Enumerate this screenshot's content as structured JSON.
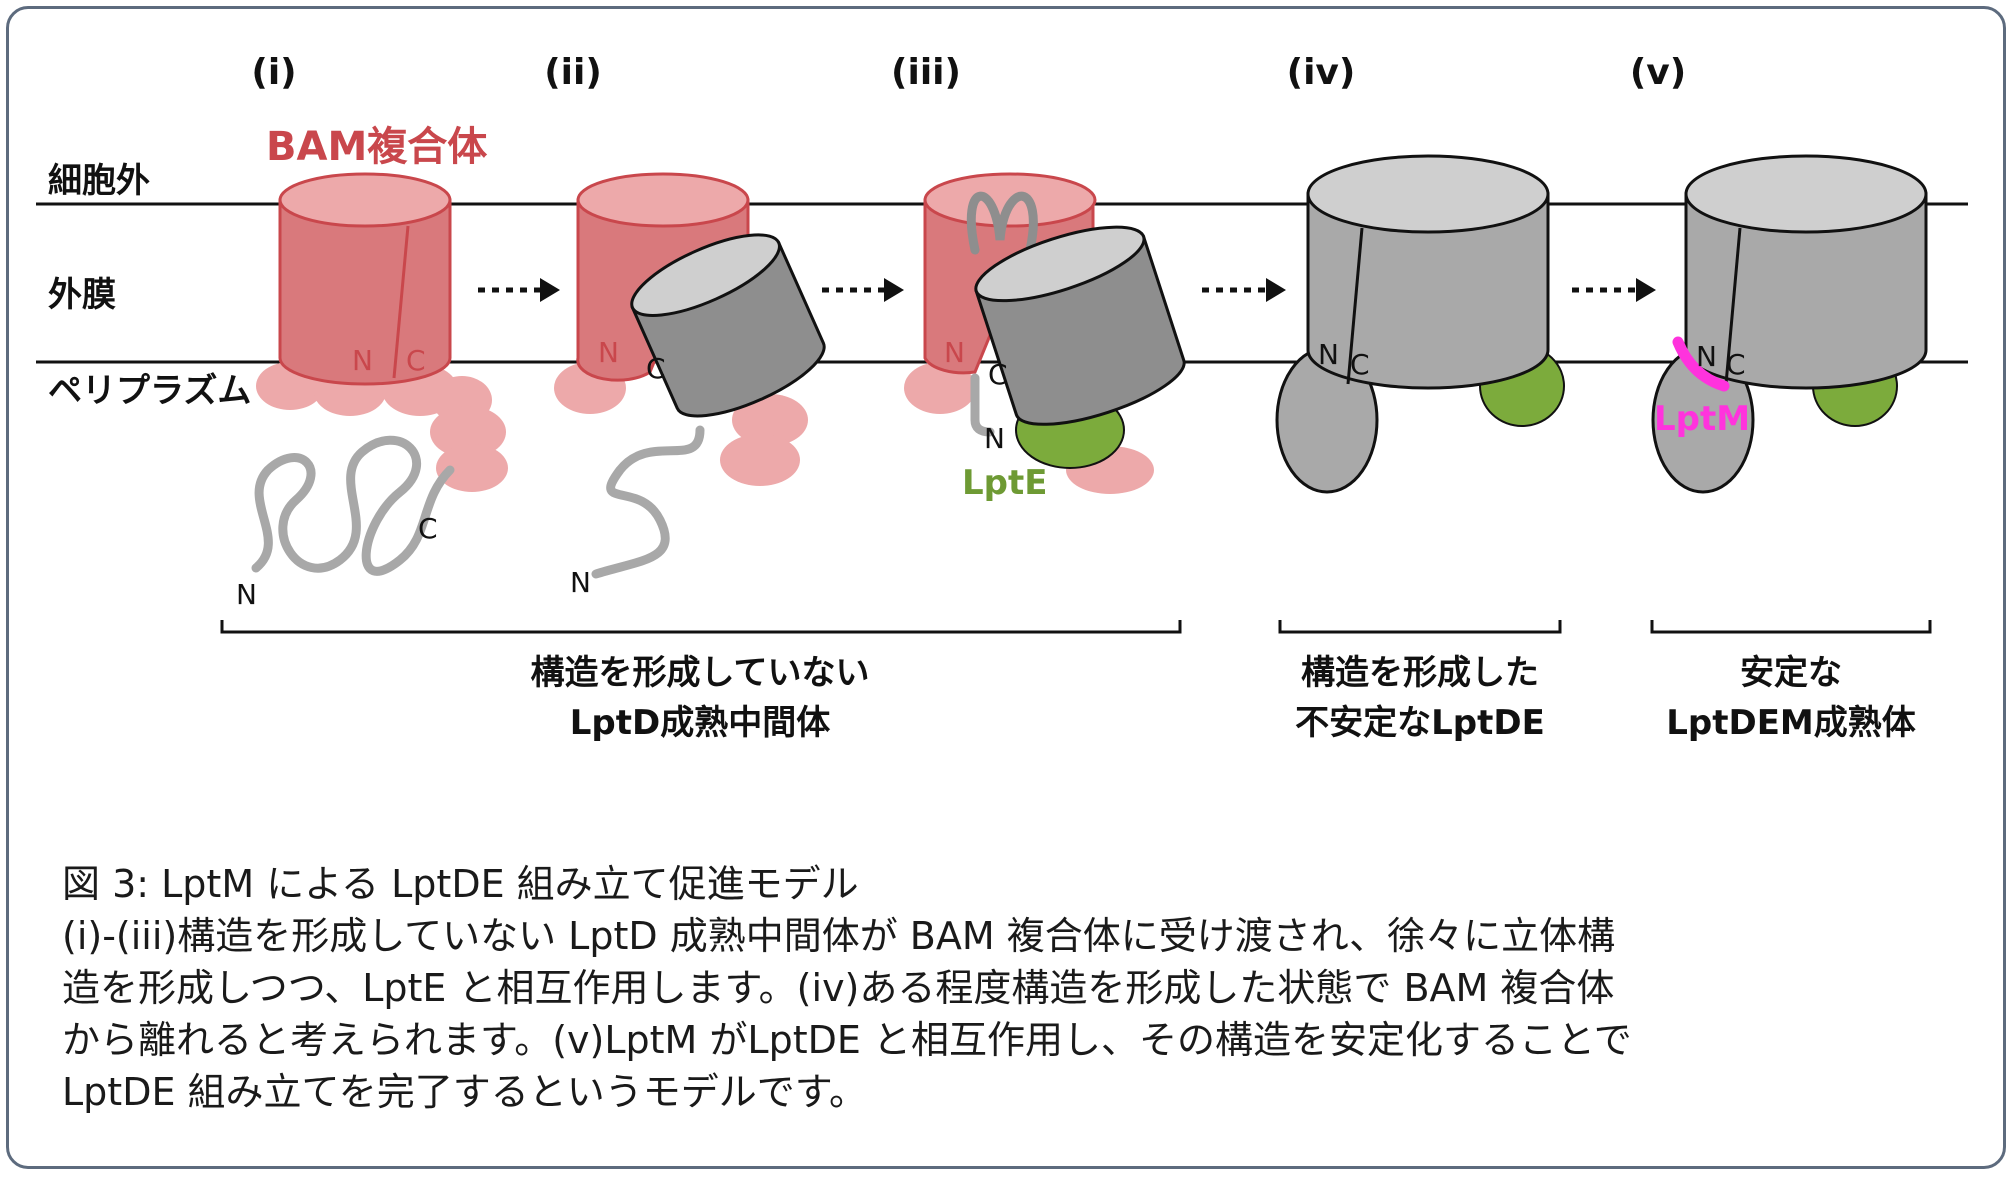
{
  "figure": {
    "steps": [
      "(i)",
      "(ii)",
      "(iii)",
      "(iv)",
      "(v)"
    ],
    "regions": {
      "extracellular": "細胞外",
      "outer_membrane": "外膜",
      "periplasm": "ペリプラズム"
    },
    "bam_label": "BAM複合体",
    "terminus_n": "N",
    "terminus_c": "C",
    "lpte_label": "LptE",
    "lptm_label": "LptM",
    "groups": [
      {
        "line1": "構造を形成していない",
        "line2": "LptD成熟中間体"
      },
      {
        "line1": "構造を形成した",
        "line2": "不安定なLptDE"
      },
      {
        "line1": "安定な",
        "line2": "LptDEM成熟体"
      }
    ],
    "colors": {
      "bam": "#d9797c",
      "bam_light": "#eda9aa",
      "bam_text": "#c9474c",
      "lptd": "#a9a9a9",
      "lptd_top": "#cfcfcf",
      "lpte": "#7cab3c",
      "lptm": "#ff33dd",
      "chain": "#a8a8a8"
    }
  },
  "caption": {
    "title": "図 3: LptM による LptDE 組み立て促進モデル",
    "lines": [
      "(i)-(iii)構造を形成していない LptD 成熟中間体が BAM 複合体に受け渡され、徐々に立体構",
      "造を形成しつつ、LptE と相互作用します。(iv)ある程度構造を形成した状態で BAM 複合体",
      "から離れると考えられます。(v)LptM がLptDE と相互作用し、その構造を安定化することで",
      "LptDE 組み立てを完了するというモデルです。"
    ]
  }
}
